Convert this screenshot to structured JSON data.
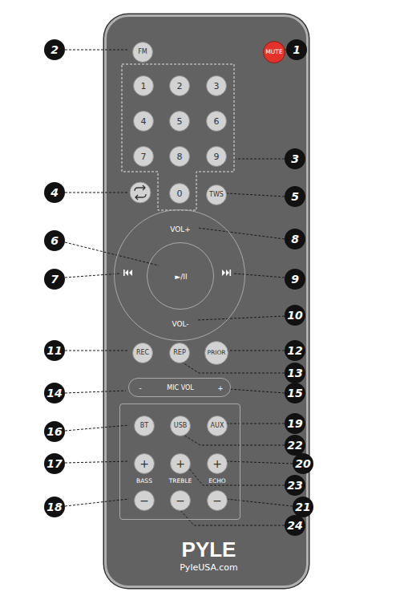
{
  "diagram": {
    "nodes": [
      {
        "text": [
          "PYLE",
          "PyleUSA.com"
        ]
      },
      {
        "text": [
          "FM"
        ],
        "in": 0
      },
      {
        "text": [
          "MUTE"
        ],
        "in": 0
      },
      {
        "text": [
          "1"
        ],
        "in": 0
      },
      {
        "text": [
          "2"
        ],
        "in": 0
      },
      {
        "text": [
          "3"
        ],
        "in": 0
      },
      {
        "text": [
          "4"
        ],
        "in": 0
      },
      {
        "text": [
          "5"
        ],
        "in": 0
      },
      {
        "text": [
          "6"
        ],
        "in": 0
      },
      {
        "text": [
          "7"
        ],
        "in": 0
      },
      {
        "text": [
          "8"
        ],
        "in": 0
      },
      {
        "text": [
          "9"
        ],
        "in": 0
      },
      {
        "text": [
          "0"
        ],
        "in": 0
      },
      {
        "text": [
          "TWS"
        ],
        "in": 0
      },
      {
        "text": [
          "VOL+",
          "VOL-"
        ],
        "in": 0
      },
      {
        "text": [
          "►/II"
        ],
        "in": 14
      },
      {
        "text": [
          "REC"
        ],
        "in": 0
      },
      {
        "text": [
          "REP"
        ],
        "in": 0
      },
      {
        "text": [
          "PRIOR"
        ],
        "in": 0
      },
      {
        "text": [
          "-",
          "MIC VOL",
          "+"
        ],
        "in": 0
      },
      {
        "text": [
          "BASS",
          "TREBLE",
          "ECHO"
        ],
        "in": 0
      },
      {
        "text": [
          "BT"
        ],
        "in": 20
      },
      {
        "text": [
          "USB"
        ],
        "in": 20
      },
      {
        "text": [
          "AUX"
        ],
        "in": 20
      },
      {
        "text": [
          "+"
        ],
        "in": 20
      },
      {
        "text": [
          "+"
        ],
        "in": 20
      },
      {
        "text": [
          "+"
        ],
        "in": 20
      },
      {
        "text": [
          "−"
        ],
        "in": 20
      },
      {
        "text": [
          "−"
        ],
        "in": 20
      },
      {
        "text": [
          "−"
        ],
        "in": 20
      }
    ],
    "labels": [
      "1",
      "2",
      "3",
      "4",
      "5",
      "6",
      "7",
      "8",
      "9",
      "10",
      "11",
      "12",
      "13",
      "14",
      "15",
      "16",
      "17",
      "18",
      "19",
      "20",
      "21",
      "22",
      "23",
      "24"
    ]
  }
}
